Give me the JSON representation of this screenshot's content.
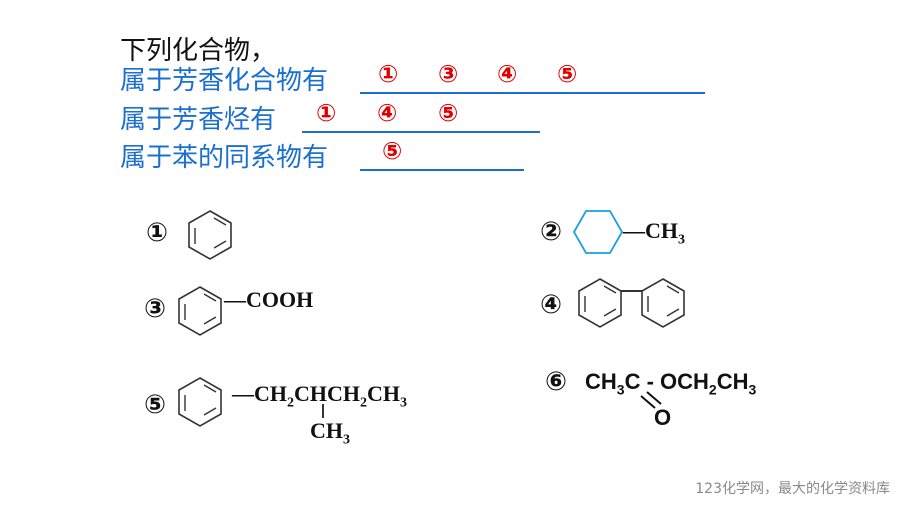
{
  "question": {
    "title": "下列化合物，",
    "lines": [
      {
        "label": "属于芳香化合物有",
        "answers": [
          "①",
          "③",
          "④",
          "⑤"
        ]
      },
      {
        "label": "属于芳香烃有",
        "answers": [
          "①",
          "④",
          "⑤"
        ]
      },
      {
        "label": "属于苯的同系物有",
        "answers": [
          "⑤"
        ]
      }
    ]
  },
  "compounds": [
    {
      "num": "①",
      "formula": ""
    },
    {
      "num": "②",
      "formula_main": "—CH",
      "formula_sub": "3"
    },
    {
      "num": "③",
      "formula_main": "—COOH"
    },
    {
      "num": "④"
    },
    {
      "num": "⑤",
      "chain": [
        "—CH",
        "2",
        "CHCH",
        "2",
        "CH",
        "3"
      ],
      "branch": [
        "CH",
        "3"
      ]
    },
    {
      "num": "⑥",
      "parts": [
        "CH",
        "3",
        "C - OCH",
        "2",
        "CH",
        "3"
      ],
      "carbonyl_o": "O"
    }
  ],
  "colors": {
    "question_text": "#1a6fd1",
    "answer": "#e10000",
    "hexagon_blue": "#1aa0e0"
  },
  "footer": "123化学网，最大的化学资料库"
}
